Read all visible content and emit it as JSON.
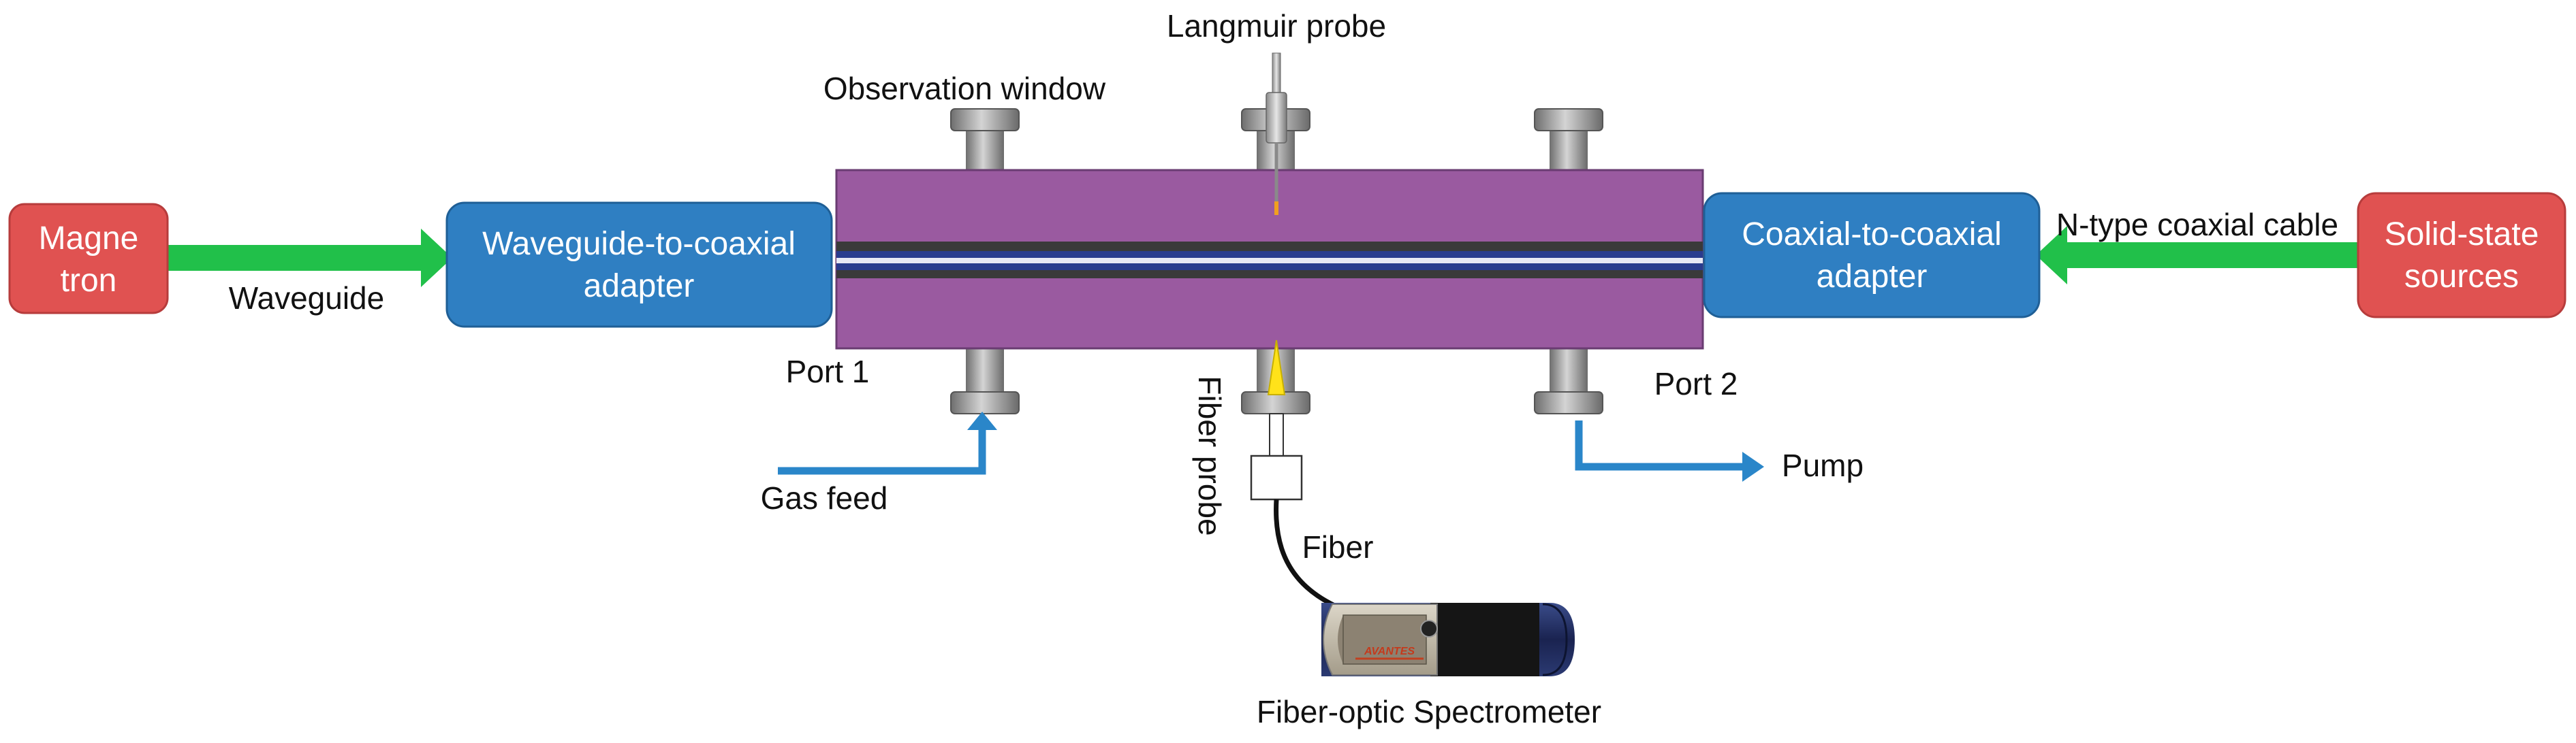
{
  "colors": {
    "source_box": "#e05251",
    "source_box_border": "#b73c3c",
    "adapter_box": "#2f7fc2",
    "adapter_box_border": "#1f5f96",
    "chamber": "#9a5aa0",
    "green_arrow": "#21c04a",
    "blue_arrow": "#2a86c9",
    "flange_metal": "#9a9a9a"
  },
  "boxes": {
    "magnetron": [
      "Magne",
      "tron"
    ],
    "waveguide_coax_adapter": [
      "Waveguide-to-coaxial",
      "adapter"
    ],
    "coax_coax_adapter": [
      "Coaxial-to-coaxial",
      "adapter"
    ],
    "solid_state_sources": [
      "Solid-state",
      "sources"
    ]
  },
  "labels": {
    "waveguide": "Waveguide",
    "n_type_cable": "N-type coaxial cable",
    "langmuir_probe": "Langmuir probe",
    "observation_window": "Observation window",
    "port1": "Port 1",
    "port2": "Port 2",
    "gas_feed": "Gas feed",
    "pump": "Pump",
    "fiber_probe": "Fiber probe",
    "fiber": "Fiber",
    "spectrometer": "Fiber-optic Spectrometer",
    "spectrometer_brand": "AVANTES"
  },
  "icons": {
    "langmuir_probe": "langmuir-probe-icon",
    "fiber_probe": "fiber-probe-icon",
    "spectrometer": "spectrometer-device-icon",
    "flange": "flange-icon"
  }
}
